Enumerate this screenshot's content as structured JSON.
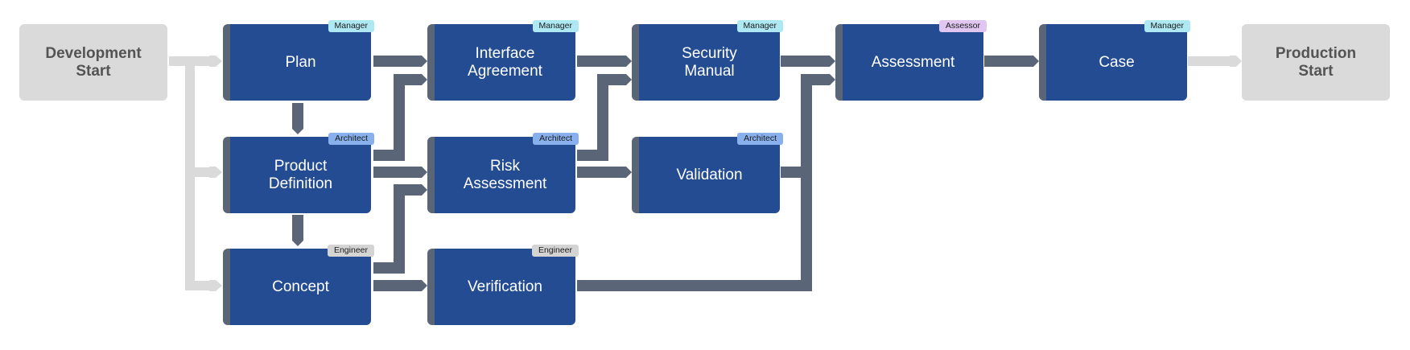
{
  "colors": {
    "process_fill": "#244c93",
    "process_edge": "#5a6677",
    "terminal_fill": "#dadada",
    "connector_dark": "#5a6677",
    "connector_light": "#dadada",
    "role_manager": "#aee9f3",
    "role_architect": "#88b0ec",
    "role_engineer": "#d4d4d4",
    "role_assessor": "#e1c6f2"
  },
  "nodes": {
    "development_start": {
      "label": "Development\nStart"
    },
    "plan": {
      "label": "Plan",
      "role": "Manager"
    },
    "product_definition": {
      "label": "Product\nDefinition",
      "role": "Architect"
    },
    "concept": {
      "label": "Concept",
      "role": "Engineer"
    },
    "interface_agreement": {
      "label": "Interface\nAgreement",
      "role": "Manager"
    },
    "risk_assessment": {
      "label": "Risk\nAssessment",
      "role": "Architect"
    },
    "verification": {
      "label": "Verification",
      "role": "Engineer"
    },
    "security_manual": {
      "label": "Security\nManual",
      "role": "Manager"
    },
    "validation": {
      "label": "Validation",
      "role": "Architect"
    },
    "assessment": {
      "label": "Assessment",
      "role": "Assessor"
    },
    "case": {
      "label": "Case",
      "role": "Manager"
    },
    "production_start": {
      "label": "Production\nStart"
    }
  },
  "edges": [
    {
      "from": "Development Start",
      "to": "Plan"
    },
    {
      "from": "Development Start",
      "to": "Product Definition"
    },
    {
      "from": "Development Start",
      "to": "Concept"
    },
    {
      "from": "Plan",
      "to": "Product Definition"
    },
    {
      "from": "Product Definition",
      "to": "Concept"
    },
    {
      "from": "Plan",
      "to": "Interface Agreement"
    },
    {
      "from": "Product Definition",
      "to": "Interface Agreement"
    },
    {
      "from": "Product Definition",
      "to": "Risk Assessment"
    },
    {
      "from": "Concept",
      "to": "Risk Assessment"
    },
    {
      "from": "Concept",
      "to": "Verification"
    },
    {
      "from": "Interface Agreement",
      "to": "Security Manual"
    },
    {
      "from": "Risk Assessment",
      "to": "Security Manual"
    },
    {
      "from": "Risk Assessment",
      "to": "Validation"
    },
    {
      "from": "Security Manual",
      "to": "Assessment"
    },
    {
      "from": "Validation",
      "to": "Assessment"
    },
    {
      "from": "Verification",
      "to": "Assessment"
    },
    {
      "from": "Assessment",
      "to": "Case"
    },
    {
      "from": "Case",
      "to": "Production Start"
    }
  ]
}
